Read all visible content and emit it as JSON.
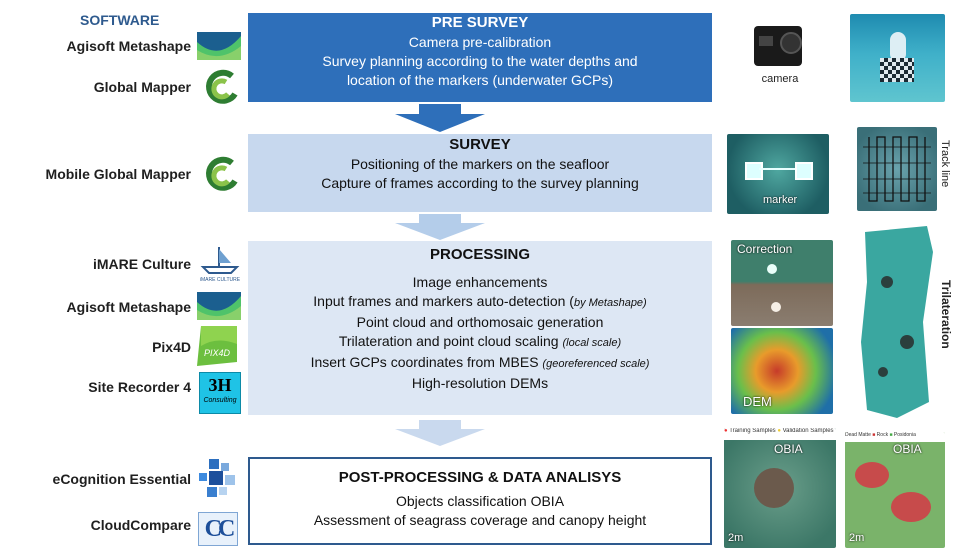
{
  "software_heading": "SOFTWARE",
  "software": [
    {
      "label": "Agisoft Metashape",
      "icon": "metashape-logo"
    },
    {
      "label": "Global Mapper",
      "icon": "global-mapper-logo"
    },
    {
      "label": "Mobile Global Mapper",
      "icon": "global-mapper-logo"
    },
    {
      "label": "iMARE Culture",
      "icon": "imare-culture-logo"
    },
    {
      "label": "Agisoft Metashape",
      "icon": "metashape-logo"
    },
    {
      "label": "Pix4D",
      "icon": "pix4d-logo"
    },
    {
      "label": "Site Recorder 4",
      "icon": "3h-consulting-logo"
    },
    {
      "label": "eCognition Essential",
      "icon": "ecognition-logo"
    },
    {
      "label": "CloudCompare",
      "icon": "cloudcompare-logo"
    }
  ],
  "logo_text": {
    "pix4d": "PIX4D",
    "threeh": "3H",
    "threeh_sub": "Consulting",
    "cc": "CC",
    "imare": "iMARE CULTURE"
  },
  "stages": {
    "pre_survey": {
      "title": "PRE SURVEY",
      "lines": [
        "Camera pre-calibration",
        "Survey planning according to the water depths and",
        "location of the markers (underwater GCPs)"
      ]
    },
    "survey": {
      "title": "SURVEY",
      "lines": [
        "Positioning of the markers on the seafloor",
        "Capture of frames according to the survey planning"
      ]
    },
    "processing": {
      "title": "PROCESSING",
      "l1": "Image enhancements",
      "l2": "Input frames and markers auto-detection (",
      "l2_note": "by Metashape)",
      "l3": "Point cloud and orthomosaic generation",
      "l4": "Trilateration and point cloud scaling",
      "l4_note": "(local scale)",
      "l5": "Insert GCPs coordinates from MBES",
      "l5_note": "(georeferenced scale)",
      "l6": "High-resolution DEMs"
    },
    "post": {
      "title": "POST-PROCESSING & DATA ANALISYS",
      "lines": [
        "Objects classification OBIA",
        "Assessment of seagrass coverage and canopy height"
      ]
    }
  },
  "photos": {
    "camera": "camera",
    "marker": "marker",
    "track_line": "Track line",
    "correction": "Correction",
    "dem": "DEM",
    "trilateration": "Trilateration",
    "obia1": "OBIA",
    "obia2": "OBIA",
    "legend1_a": "Training Samples",
    "legend1_b": "Validation Samples",
    "legend2_a": "Dead Matte",
    "legend2_b": "Rock",
    "legend2_c": "Posidonia",
    "scale1": "2m",
    "scale2": "2m"
  },
  "colors": {
    "pre_survey_fill": "#2e6fba",
    "survey_fill": "#c7d8ee",
    "processing_fill": "#dde7f4",
    "post_border": "#2e5a8e",
    "arrow": "#2e6fba"
  }
}
